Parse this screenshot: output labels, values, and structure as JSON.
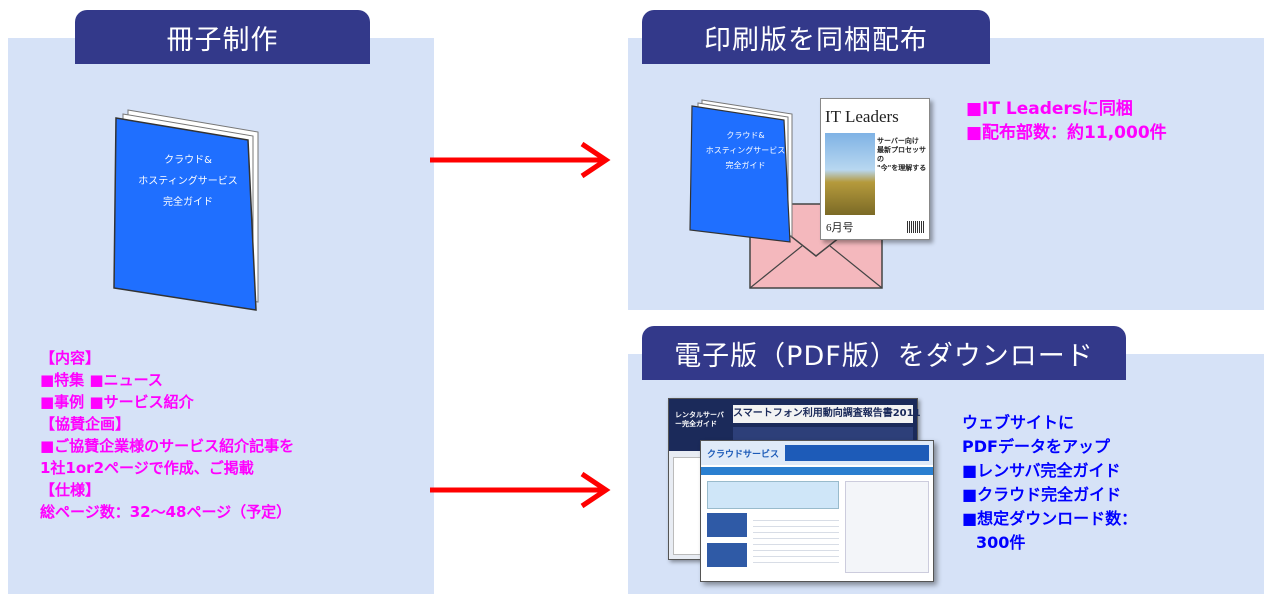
{
  "left_panel": {
    "title": "冊子制作",
    "booklet_cover_text": [
      "クラウド&",
      "ホスティングサービス",
      "完全ガイド"
    ],
    "content_lines": [
      "【内容】",
      "■特集 ■ニュース",
      "■事例 ■サービス紹介",
      "【協賛企画】",
      "■ご協賛企業様のサービス紹介記事を",
      "1社1or2ページで作成、ご掲載",
      "【仕様】",
      "総ページ数：32～48ページ（予定）"
    ]
  },
  "print_panel": {
    "title": "印刷版を同梱配布",
    "booklet_cover_text": [
      "クラウド&",
      "ホスティングサービス",
      "完全ガイド"
    ],
    "magazine": {
      "name": "IT Leaders",
      "headline": [
        "サーバー向け",
        "最新プロセッサの",
        "\"今\"を理解する"
      ],
      "issue": "6月号"
    },
    "info_lines": [
      "■IT Leadersに同梱",
      "■配布部数：約11,000件"
    ]
  },
  "pdf_panel": {
    "title": "電子版（PDF版）をダウンロード",
    "screenshot_back_banner": "スマートフォン利用動向調査報告書2011",
    "screenshot_back_side": "レンタルサーバー完全ガイド",
    "screenshot_front_logo": "クラウドサービス",
    "info_lines": [
      "ウェブサイトに",
      "PDFデータをアップ",
      "■レンサバ完全ガイド",
      "■クラウド完全ガイド",
      "■想定ダウンロード数：",
      "300件"
    ]
  },
  "colors": {
    "panel_bg": "#d6e2f7",
    "tab_bg": "#33398a",
    "arrow": "#ff0000",
    "booklet": "#1f6fff",
    "magenta_text": "#ff00ff",
    "blue_text": "#0000ff"
  }
}
